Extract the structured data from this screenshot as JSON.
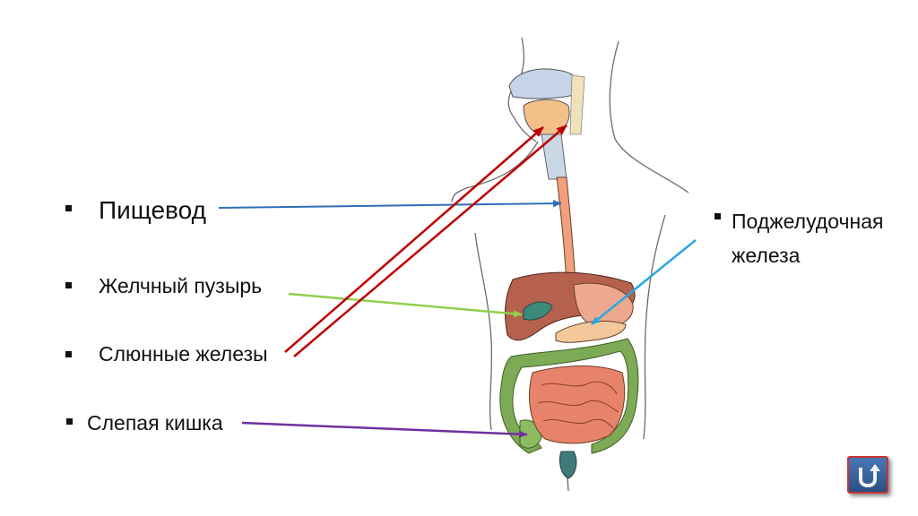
{
  "labels": {
    "esophagus": "Пищевод",
    "gallbladder": "Желчный пузырь",
    "salivary_glands": "Слюнные железы",
    "caecum": "Слепая кишка",
    "pancreas": "Поджелудочная железа"
  },
  "colors": {
    "esophagus_arrow": "#2e6fb7",
    "gallbladder_arrow": "#8fd14f",
    "salivary_arrow": "#c00000",
    "caecum_arrow": "#7030a0",
    "pancreas_arrow": "#29a7e0",
    "liver": "#b5614e",
    "intestine": "#e8836b",
    "colon": "#7daa55"
  },
  "icons": {
    "return": "return-arrow-icon"
  }
}
